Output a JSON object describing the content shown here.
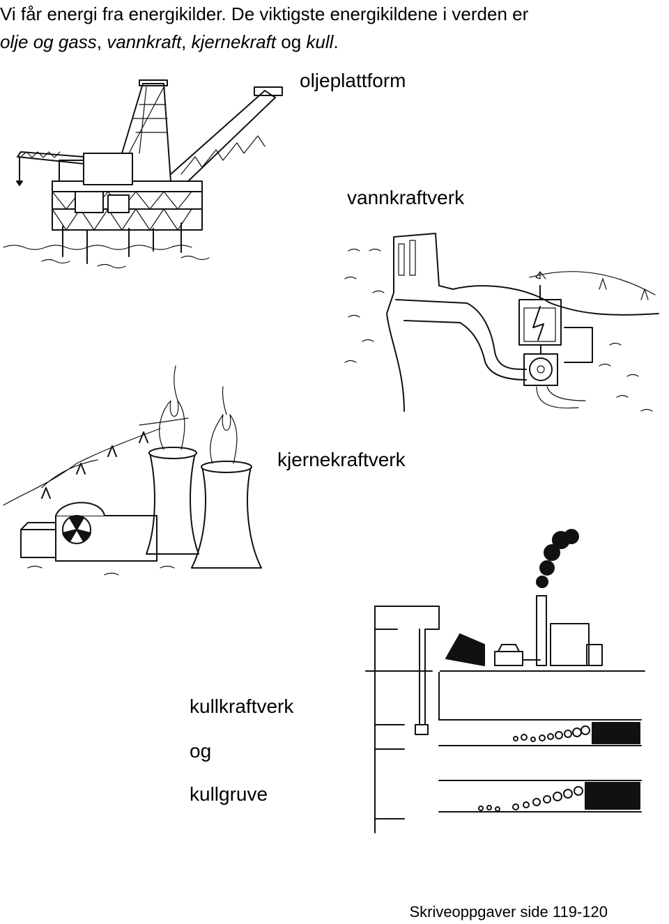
{
  "intro": {
    "line1": "Vi får energi fra energikilder. De viktigste energikildene i verden er",
    "line2_parts": {
      "olje_og_gass": "olje og gass",
      "sep1": ", ",
      "vannkraft": "vannkraft",
      "sep2": ", ",
      "kjernekraft": "kjernekraft",
      "og": " og ",
      "kull": "kull",
      "end": "."
    }
  },
  "labels": {
    "oil": "oljeplattform",
    "hydro": "vannkraftverk",
    "nuclear": "kjernekraftverk",
    "coal_1": "kullkraftverk",
    "coal_2": "og",
    "coal_3": "kullgruve"
  },
  "footer": "Skriveoppgaver side 119-120",
  "illustrations": [
    {
      "name": "oil-platform",
      "icon": "oil-platform-drawing"
    },
    {
      "name": "hydro-plant",
      "icon": "hydropower-drawing"
    },
    {
      "name": "nuclear-plant",
      "icon": "nuclear-plant-drawing"
    },
    {
      "name": "coal-plant-mine",
      "icon": "coal-plant-and-mine-drawing"
    }
  ]
}
